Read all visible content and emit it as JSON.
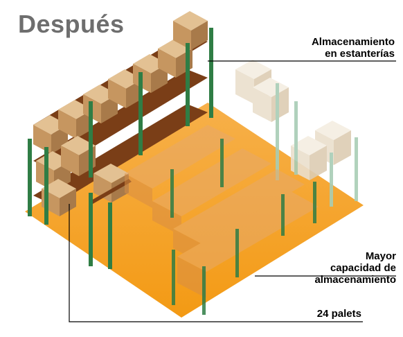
{
  "title": "Después",
  "labels": {
    "shelving_line1": "Almacenamiento",
    "shelving_line2": "en estanterías",
    "capacity_line1": "Mayor",
    "capacity_line2": "capacidad de",
    "capacity_line3": "almacenamiento",
    "pallets": "24 palets"
  },
  "colors": {
    "floor": "#f6a623",
    "rack_post": "#2f7d45",
    "rack_beam": "#7a3e17",
    "box": "#d2a772",
    "box_faded": "#eadfcd",
    "title": "#6e6e6e"
  }
}
